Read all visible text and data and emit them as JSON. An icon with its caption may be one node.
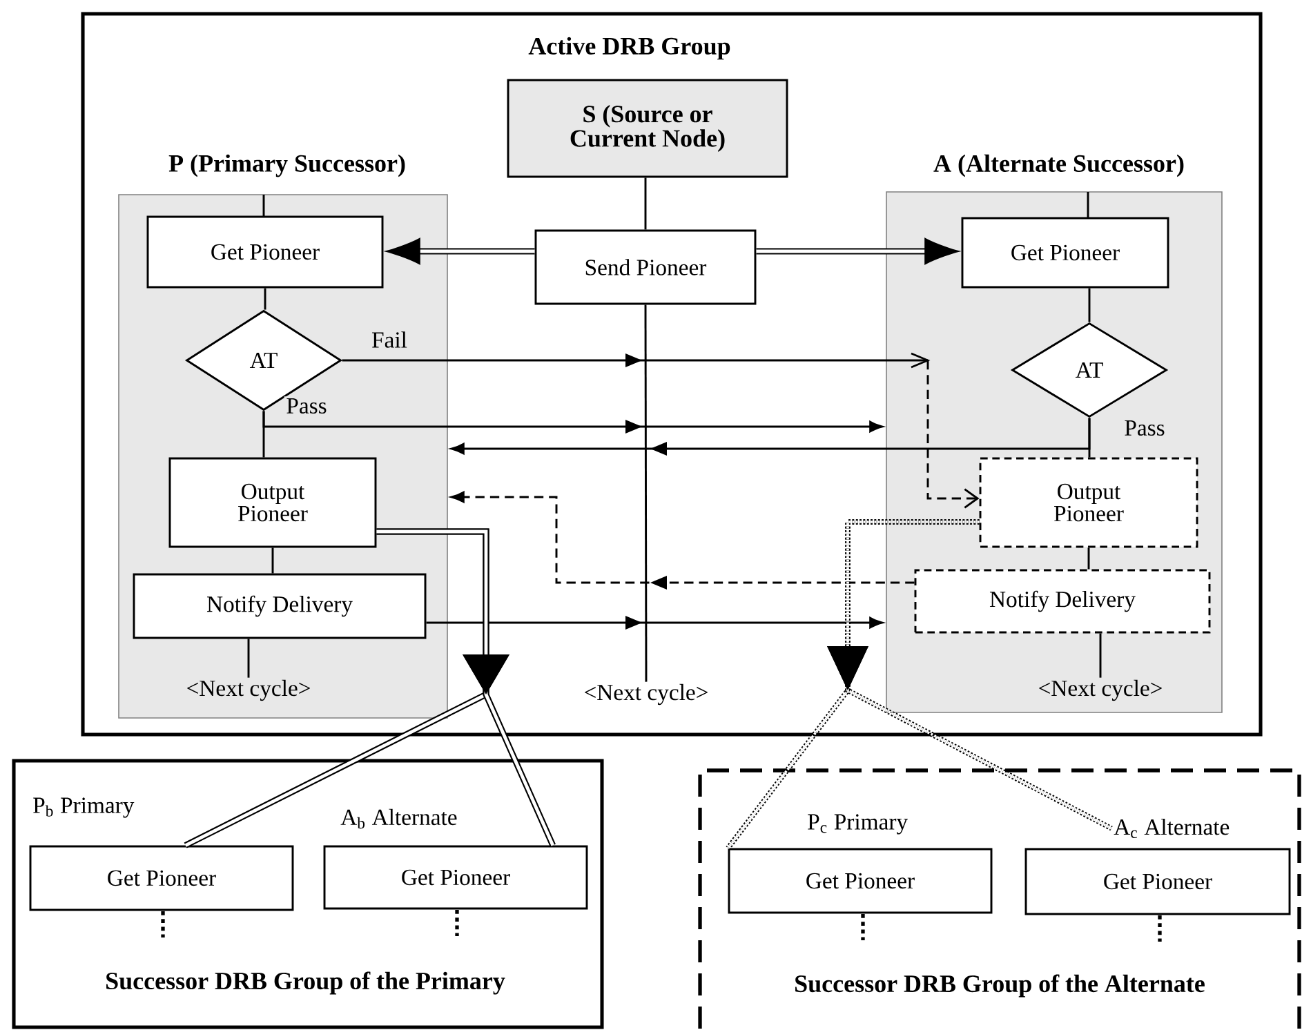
{
  "diagram": {
    "nodes": [
      {
        "text": [
          "Active DRB Group"
        ]
      },
      {
        "text": [
          "S (Source or Current Node)"
        ],
        "in": 0
      },
      {
        "text": [
          "P (Primary Successor)"
        ],
        "in": 0
      },
      {
        "text": [
          "Get Pioneer"
        ],
        "in": 2
      },
      {
        "text": [
          "AT"
        ],
        "in": 2
      },
      {
        "text": [
          "Output Pioneer"
        ],
        "in": 2
      },
      {
        "text": [
          "Notify Delivery"
        ],
        "in": 2
      },
      {
        "text": [
          "<Next cycle>"
        ],
        "in": 2
      },
      {
        "text": [
          "Send Pioneer"
        ],
        "in": 0
      },
      {
        "text": [
          "<Next cycle>"
        ],
        "in": 0
      },
      {
        "text": [
          "A (Alternate Successor)"
        ],
        "in": 0
      },
      {
        "text": [
          "Get Pioneer"
        ],
        "in": 10
      },
      {
        "text": [
          "AT"
        ],
        "in": 10
      },
      {
        "text": [
          "Output Pioneer"
        ],
        "in": 10
      },
      {
        "text": [
          "Notify Delivery"
        ],
        "in": 10
      },
      {
        "text": [
          "<Next cycle>"
        ],
        "in": 10
      },
      {
        "text": [
          "Successor DRB Group of the Primary"
        ]
      },
      {
        "text": [
          "P$_{b}$ Primary",
          "Get Pioneer"
        ],
        "in": 16
      },
      {
        "text": [
          "A$_{b}$ Alternate",
          "Get Pioneer"
        ],
        "in": 16
      },
      {
        "text": [
          "Successor DRB Group of the Alternate"
        ]
      },
      {
        "text": [
          "P$_{c}$ Primary",
          "Get Pioneer"
        ],
        "in": 19
      },
      {
        "text": [
          "A$_{c}$ Alternate",
          "Get Pioneer"
        ],
        "in": 19
      }
    ],
    "edges": [
      {
        "from": 1,
        "to": 8,
        "arrow": "none"
      },
      {
        "from": 8,
        "to": 3,
        "arrow": "to",
        "style": "thick"
      },
      {
        "from": 8,
        "to": 11,
        "arrow": "to",
        "style": "thick"
      },
      {
        "from": 3,
        "to": 4,
        "arrow": "none"
      },
      {
        "from": 4,
        "to": 5,
        "arrow": "none"
      },
      {
        "from": 5,
        "to": 6,
        "arrow": "none"
      },
      {
        "from": 6,
        "to": 7,
        "arrow": "none"
      },
      {
        "from": 8,
        "to": 9,
        "arrow": "none"
      },
      {
        "from": 11,
        "to": 12,
        "arrow": "none"
      },
      {
        "from": 12,
        "to": 13,
        "arrow": "none",
        "label": "Pass"
      },
      {
        "from": 13,
        "to": 14,
        "arrow": "none"
      },
      {
        "from": 14,
        "to": 15,
        "arrow": "none"
      },
      {
        "from": 4,
        "to": 13,
        "arrow": "to",
        "label": "Fail"
      },
      {
        "from": 4,
        "to": 10,
        "arrow": "to",
        "label": "Pass"
      },
      {
        "from": 12,
        "to": 2,
        "arrow": "to"
      },
      {
        "from": 14,
        "to": 2,
        "arrow": "to",
        "style": "dashed"
      },
      {
        "from": 6,
        "to": 10,
        "arrow": "to"
      },
      {
        "from": 5,
        "to": 17,
        "arrow": "to",
        "style": "thick"
      },
      {
        "from": 5,
        "to": 18,
        "arrow": "to",
        "style": "thick"
      },
      {
        "from": 13,
        "to": 20,
        "arrow": "to",
        "style": "dashed"
      },
      {
        "from": 13,
        "to": 21,
        "arrow": "to",
        "style": "dashed"
      }
    ]
  }
}
